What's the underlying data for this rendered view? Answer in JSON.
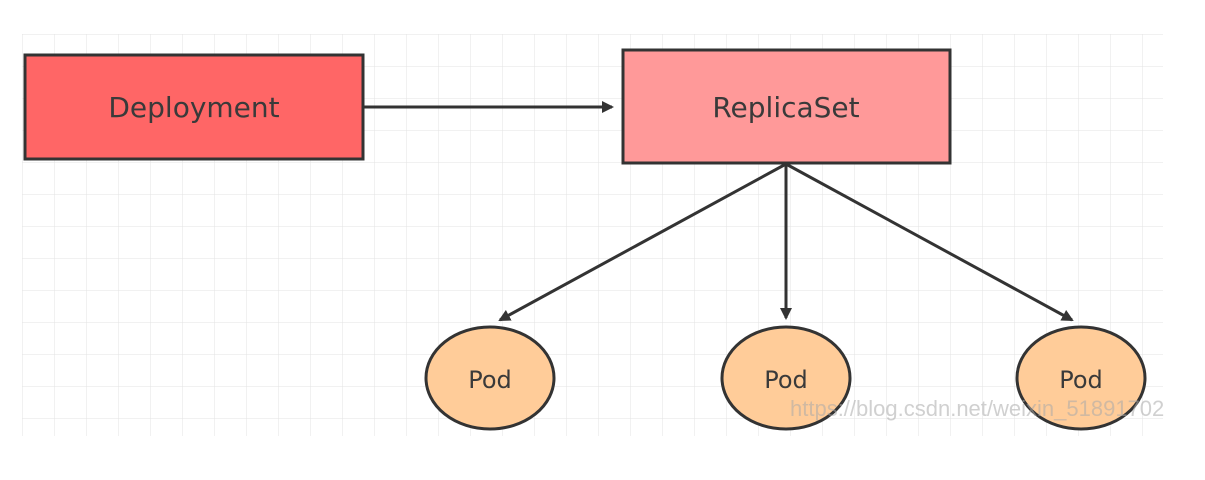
{
  "diagram": {
    "nodes": {
      "deployment": {
        "label": "Deployment",
        "fill": "#ff6666"
      },
      "replicaset": {
        "label": "ReplicaSet",
        "fill": "#ff9999"
      },
      "pod_left": {
        "label": "Pod",
        "fill": "#ffcc99"
      },
      "pod_middle": {
        "label": "Pod",
        "fill": "#ffcc99"
      },
      "pod_right": {
        "label": "Pod",
        "fill": "#ffcc99"
      }
    },
    "edges": [
      {
        "from": "Deployment",
        "to": "ReplicaSet"
      },
      {
        "from": "ReplicaSet",
        "to": "Pod"
      },
      {
        "from": "ReplicaSet",
        "to": "Pod"
      },
      {
        "from": "ReplicaSet",
        "to": "Pod"
      }
    ],
    "colors": {
      "grid": "#e6e6e6",
      "stroke": "#333333"
    }
  },
  "watermark": {
    "text": "https://blog.csdn.net/weixin_51891702"
  }
}
